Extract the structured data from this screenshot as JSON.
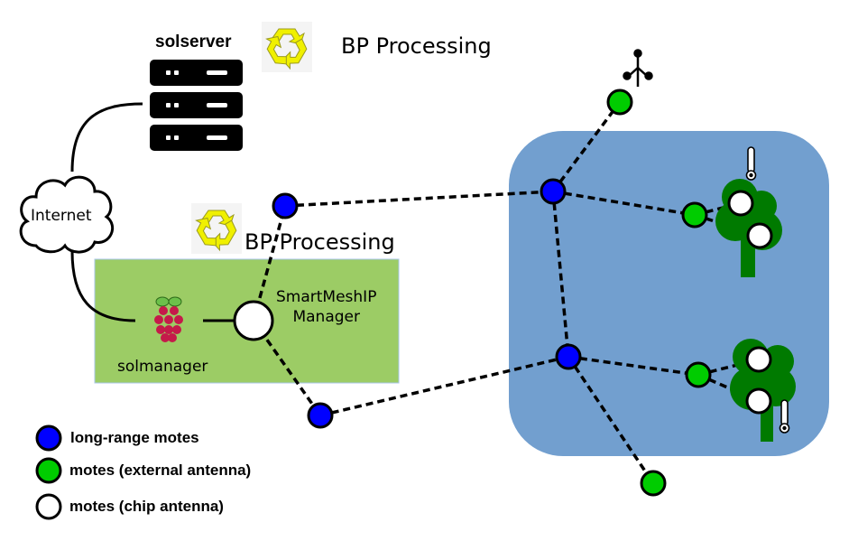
{
  "title": "SmartMesh IP network deployment diagram",
  "labels": {
    "server": "solserver",
    "internet": "Internet",
    "bp_processing_top": "BP Processing",
    "bp_processing_mid": "BP Processing",
    "manager_line1": "SmartMeshIP",
    "manager_line2": "Manager",
    "solmanager": "solmanager"
  },
  "legend": [
    {
      "label": "long-range motes",
      "color": "#0000ff"
    },
    {
      "label": "motes (external antenna)",
      "color": "#00cc00"
    },
    {
      "label": "motes (chip antenna)",
      "color": "#ffffff"
    }
  ],
  "colors": {
    "manager_box": "#9ccc65",
    "field_area": "#729fcf",
    "tree": "#007a00",
    "recycle": "#f0f000",
    "long_range": "#0000ff",
    "external_antenna": "#00cc00",
    "chip_antenna": "#ffffff",
    "raspberry": "#c51a4a",
    "leaf": "#6cc04a"
  },
  "nodes": [
    {
      "id": "mgr",
      "type": "chip"
    },
    {
      "id": "lr1",
      "type": "long-range"
    },
    {
      "id": "lr2",
      "type": "long-range"
    },
    {
      "id": "lr3",
      "type": "long-range"
    },
    {
      "id": "lr4",
      "type": "long-range"
    },
    {
      "id": "ext-top",
      "type": "external"
    },
    {
      "id": "ext-tree1",
      "type": "external"
    },
    {
      "id": "ext-tree2",
      "type": "external"
    },
    {
      "id": "ext-bottom",
      "type": "external"
    },
    {
      "id": "chip-t1a",
      "type": "chip"
    },
    {
      "id": "chip-t1b",
      "type": "chip"
    },
    {
      "id": "chip-t2a",
      "type": "chip"
    },
    {
      "id": "chip-t2b",
      "type": "chip"
    }
  ],
  "links": [
    [
      "mgr",
      "lr1"
    ],
    [
      "mgr",
      "lr2"
    ],
    [
      "lr1",
      "lr3"
    ],
    [
      "lr2",
      "lr4"
    ],
    [
      "lr3",
      "lr4"
    ],
    [
      "lr3",
      "ext-top"
    ],
    [
      "lr3",
      "ext-tree1"
    ],
    [
      "lr4",
      "ext-tree2"
    ],
    [
      "lr4",
      "ext-bottom"
    ],
    [
      "ext-tree1",
      "chip-t1a"
    ],
    [
      "ext-tree1",
      "chip-t1b"
    ],
    [
      "ext-tree2",
      "chip-t2a"
    ],
    [
      "ext-tree2",
      "chip-t2b"
    ]
  ]
}
